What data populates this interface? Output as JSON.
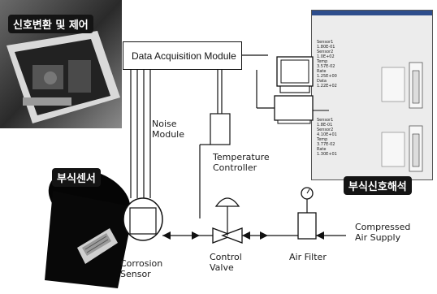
{
  "photo_labels": {
    "signal": "신호변환 및 제어",
    "sensor": "부식센서",
    "analysis": "부식신호해석"
  },
  "components": {
    "dam": "Data Acquisition Module",
    "noise_1": "Noise",
    "noise_2": "Module",
    "temp_1": "Temperature",
    "temp_2": "Controller",
    "corrosion_1": "Corrosion",
    "corrosion_2": "Sensor",
    "valve_1": "Control",
    "valve_2": "Valve",
    "filter": "Air Filter",
    "air_1": "Compressed",
    "air_2": "Air Supply"
  },
  "colors": {
    "line": "#111111",
    "label_bg": "#141414",
    "screen_bg": "#ececec"
  }
}
